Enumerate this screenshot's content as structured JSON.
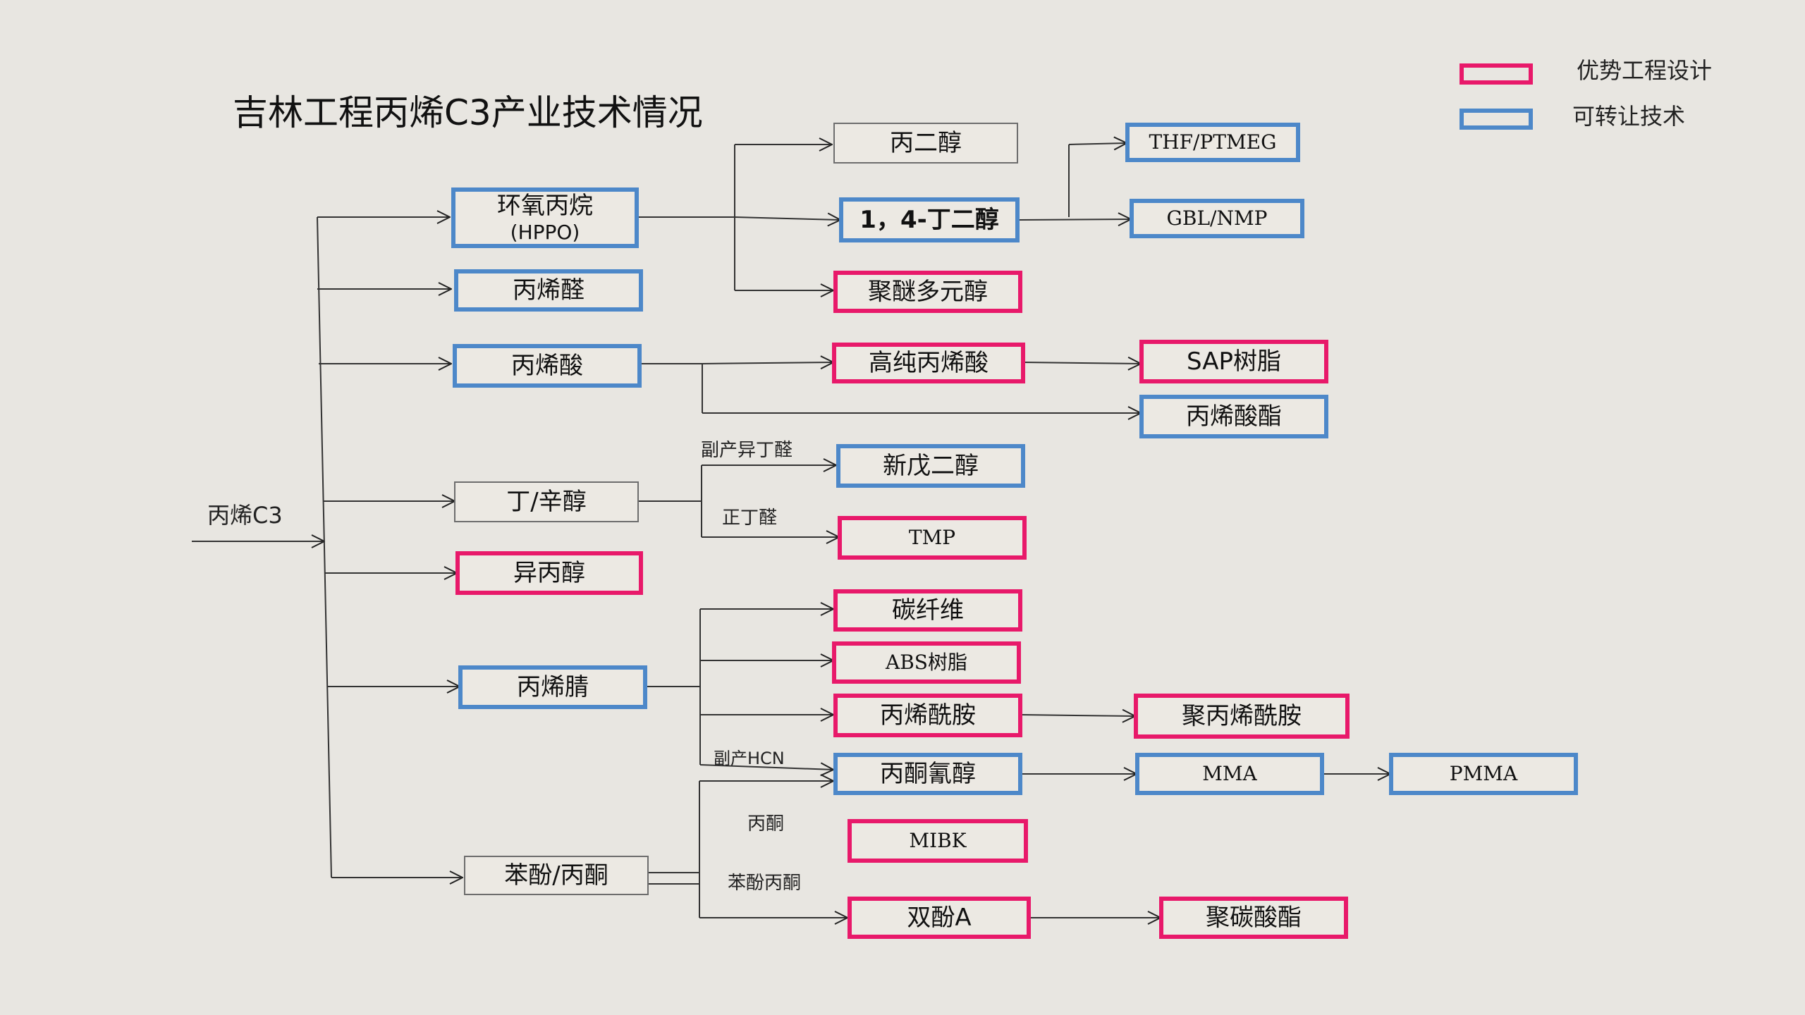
{
  "title": "吉林工程丙烯C3产业技术情况",
  "legend": {
    "advantage": {
      "label": "优势工程设计",
      "color": "#e8196a"
    },
    "transferable": {
      "label": "可转让技术",
      "color": "#4d88c9"
    }
  },
  "root": "丙烯C3",
  "nodes": {
    "hppo": {
      "line1": "环氧丙烷",
      "line2": "(HPPO)"
    },
    "acrolein": "丙烯醛",
    "acrylic_acid": "丙烯酸",
    "butanol": "丁/辛醇",
    "ipa": "异丙醇",
    "acrylonitrile": "丙烯腈",
    "phenol_acetone": "苯酚/丙酮",
    "pdo": "丙二醇",
    "bdo": "1，4-丁二醇",
    "polyether": "聚醚多元醇",
    "thf": "THF/PTMEG",
    "gbl": "GBL/NMP",
    "hp_acrylic": "高纯丙烯酸",
    "sap": "SAP树脂",
    "acrylate": "丙烯酸酯",
    "npg": "新戊二醇",
    "tmp": "TMP",
    "carbon_fiber": "碳纤维",
    "abs": "ABS树脂",
    "acrylamide": "丙烯酰胺",
    "pam": "聚丙烯酰胺",
    "acetone_cyanohydrin": "丙酮氰醇",
    "mma": "MMA",
    "pmma": "PMMA",
    "mibk": "MIBK",
    "bpa": "双酚A",
    "pc": "聚碳酸酯"
  },
  "edge_labels": {
    "isobutyraldehyde": "副产异丁醛",
    "n_butyraldehyde": "正丁醛",
    "hcn": "副产HCN",
    "acetone": "丙酮",
    "phenol_acetone": "苯酚丙酮"
  }
}
